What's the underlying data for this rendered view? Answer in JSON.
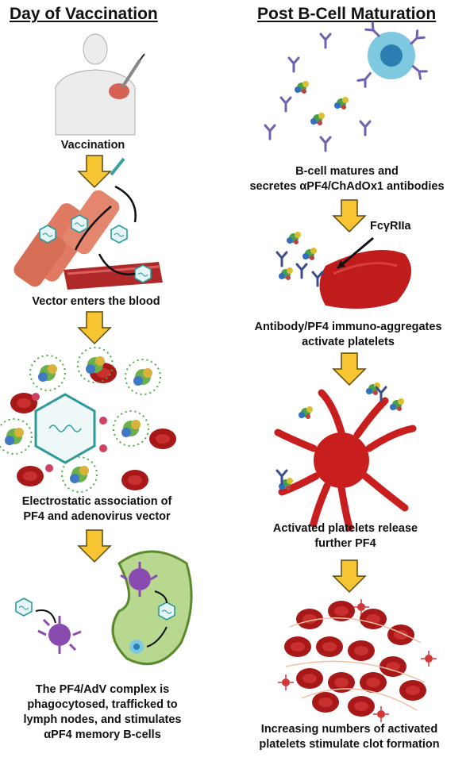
{
  "left_column": {
    "header": "Day of Vaccination",
    "captions": {
      "vaccination": "Vaccination",
      "vector_blood": "Vector enters the blood",
      "electrostatic": [
        "Electrostatic association of",
        "PF4 and adenovirus vector"
      ],
      "phagocytosed": [
        "The PF4/AdV complex is",
        "phagocytosed, trafficked to",
        "lymph nodes, and stimulates",
        "αPF4 memory B-cells"
      ]
    }
  },
  "right_column": {
    "header": "Post B-Cell Maturation",
    "captions": {
      "bcell": [
        "B-cell matures and",
        "secretes αPF4/ChAdOx1 antibodies"
      ],
      "fcgr": "FcγRIIa",
      "immuno": [
        "Antibody/PF4 immuno-aggregates",
        "activate platelets"
      ],
      "release": [
        "Activated platelets release",
        "further PF4"
      ],
      "clot": [
        "Increasing numbers of activated",
        "platelets stimulate clot formation"
      ]
    }
  },
  "colors": {
    "arrow_fill": "#f7c531",
    "arrow_stroke": "#5a4a10",
    "platelet": "#c81e1e",
    "rbc": "#a81818",
    "vector_hex": "#2a9a9a",
    "bcell": "#7ec8e0",
    "dendritic": "#8a4bb0",
    "lymph_node": "#b8d890",
    "muscle": "#e07a62"
  }
}
